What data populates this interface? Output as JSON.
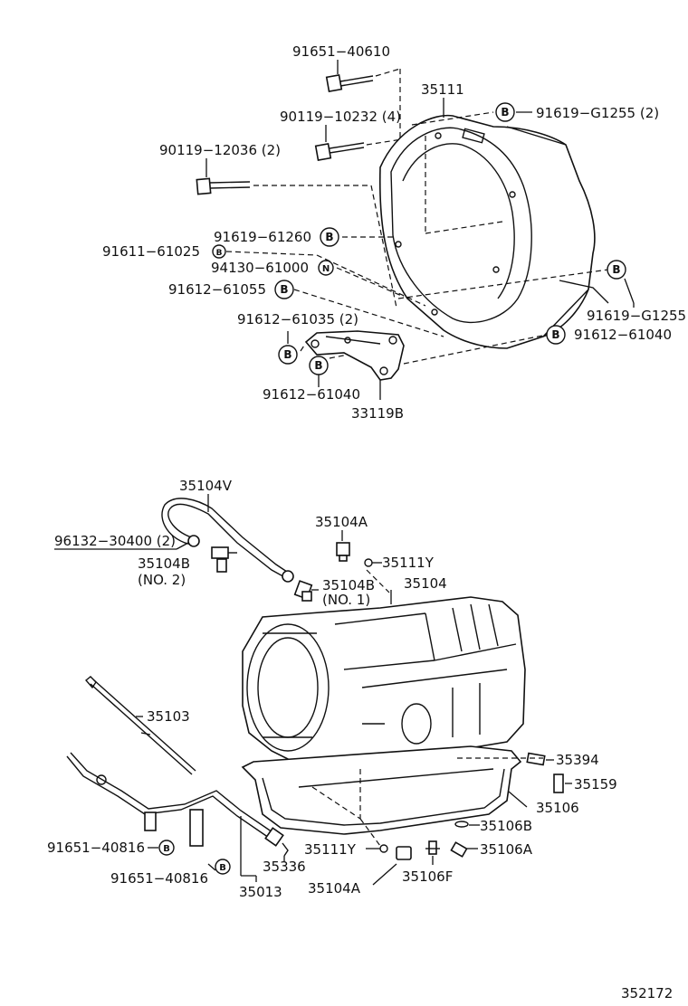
{
  "diagram_id": "352172",
  "upper_labels": {
    "p91651_40610": "91651−40610",
    "p35111": "35111",
    "p90119_10232": "90119−10232 (4)",
    "p91619_G1255_2": "91619−G1255 (2)",
    "p90119_12036": "90119−12036 (2)",
    "p91619_61260": "91619−61260",
    "p91611_61025": "91611−61025",
    "p94130_61000": "94130−61000",
    "p91612_61055": "91612−61055",
    "p91619_G1255": "91619−G1255",
    "p91612_61035": "91612−61035 (2)",
    "p91612_61040_r": "91612−61040",
    "p91612_61040_l": "91612−61040",
    "p33119B": "33119B"
  },
  "lower_labels": {
    "p35104V": "35104V",
    "p96132_30400": "96132−30400 (2)",
    "p35104A_top": "35104A",
    "p35104B_no2": "35104B",
    "no2": "(NO. 2)",
    "p35111Y_top": "35111Y",
    "p35104B_no1": "35104B",
    "no1": "(NO. 1)",
    "p35104": "35104",
    "p35103": "35103",
    "p35394": "35394",
    "p35159": "35159",
    "p35106": "35106",
    "p35106B": "35106B",
    "p91651_40816_a": "91651−40816",
    "p35111Y_bot": "35111Y",
    "p35106A": "35106A",
    "p91651_40816_b": "91651−40816",
    "p35336": "35336",
    "p35104A_bot": "35104A",
    "p35106F": "35106F",
    "p35013": "35013"
  },
  "circle_marks": {
    "B": "B",
    "N": "N"
  }
}
